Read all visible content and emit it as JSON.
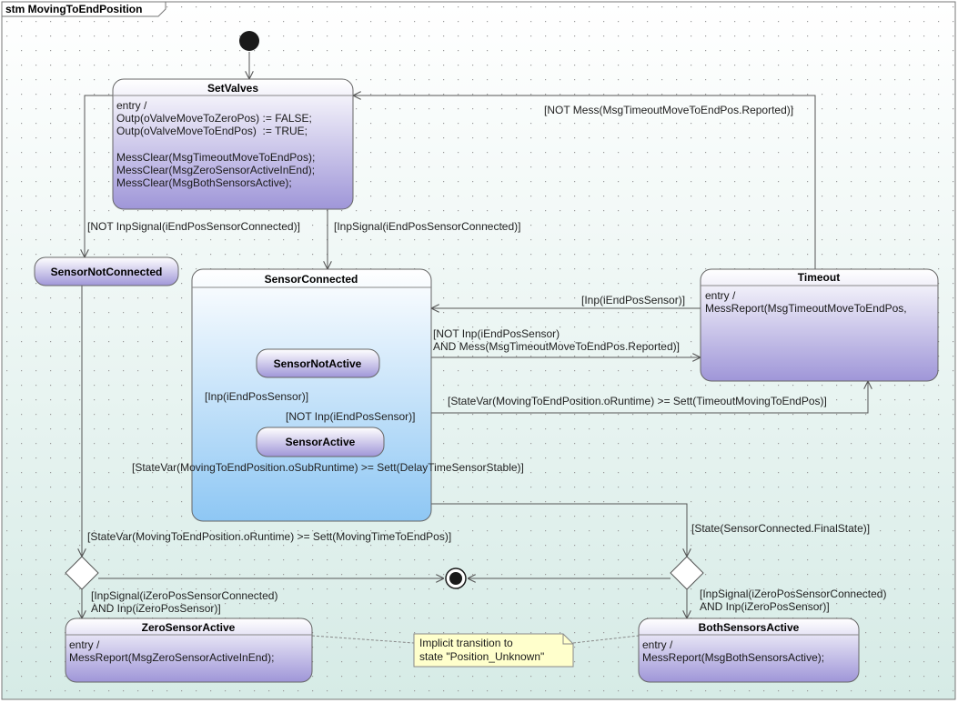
{
  "frame": {
    "title": "stm MovingToEndPosition"
  },
  "states": {
    "set_valves": {
      "name": "SetValves",
      "body": [
        "entry /",
        "Outp(oValveMoveToZeroPos) := FALSE;",
        "Outp(oValveMoveToEndPos)  := TRUE;",
        "",
        "MessClear(MsgTimeoutMoveToEndPos);",
        "MessClear(MsgZeroSensorActiveInEnd);",
        "MessClear(MsgBothSensorsActive);"
      ]
    },
    "sensor_not_connected": {
      "name": "SensorNotConnected"
    },
    "sensor_connected": {
      "name": "SensorConnected"
    },
    "sensor_not_active": {
      "name": "SensorNotActive"
    },
    "sensor_active": {
      "name": "SensorActive"
    },
    "timeout": {
      "name": "Timeout",
      "body": [
        "entry /",
        "MessReport(MsgTimeoutMoveToEndPos,"
      ]
    },
    "zero_sensor_active": {
      "name": "ZeroSensorActive",
      "body": [
        "entry /",
        "MessReport(MsgZeroSensorActiveInEnd);"
      ]
    },
    "both_sensors_active": {
      "name": "BothSensorsActive",
      "body": [
        "entry /",
        "MessReport(MsgBothSensorsActive);"
      ]
    }
  },
  "guards": {
    "not_mess_reported": "[NOT Mess(MsgTimeoutMoveToEndPos.Reported)]",
    "not_inpsignal_connected": "[NOT InpSignal(iEndPosSensorConnected)]",
    "inpsignal_connected": "[InpSignal(iEndPosSensorConnected)]",
    "inp_endpos_sensor": "[Inp(iEndPosSensor)]",
    "not_inp_and_mess_1": "[NOT Inp(iEndPosSensor)",
    "not_inp_and_mess_2": "AND Mess(MsgTimeoutMoveToEndPos.Reported)]",
    "inp_endpos_sensor_inner": "[Inp(iEndPosSensor)]",
    "not_inp_endpos_sensor_inner": "[NOT Inp(iEndPosSensor)]",
    "statevar_runtime_timeout": "[StateVar(MovingToEndPosition.oRuntime) >= Sett(TimeoutMovingToEndPos)]",
    "statevar_subruntime": "[StateVar(MovingToEndPosition.oSubRuntime) >= Sett(DelayTimeSensorStable)]",
    "statevar_runtime_moving": "[StateVar(MovingToEndPosition.oRuntime) >= Sett(MovingTimeToEndPos)]",
    "state_final": "[State(SensorConnected.FinalState)]",
    "zero_sensor_left_1": "[InpSignal(iZeroPosSensorConnected)",
    "zero_sensor_left_2": "AND Inp(iZeroPosSensor)]",
    "zero_sensor_right_1": "[InpSignal(iZeroPosSensorConnected)",
    "zero_sensor_right_2": "AND Inp(iZeroPosSensor)]"
  },
  "note": {
    "lines": [
      "Implicit transition to",
      "state \"Position_Unknown\""
    ]
  },
  "colors": {
    "state_top": "#ffffff",
    "state_bottom": "#9f96d8",
    "composite_bottom": "#8ec7f4",
    "note_fill": "#ffffcc",
    "canvas_top": "#ffffff",
    "canvas_bottom": "#d6ebe6"
  }
}
